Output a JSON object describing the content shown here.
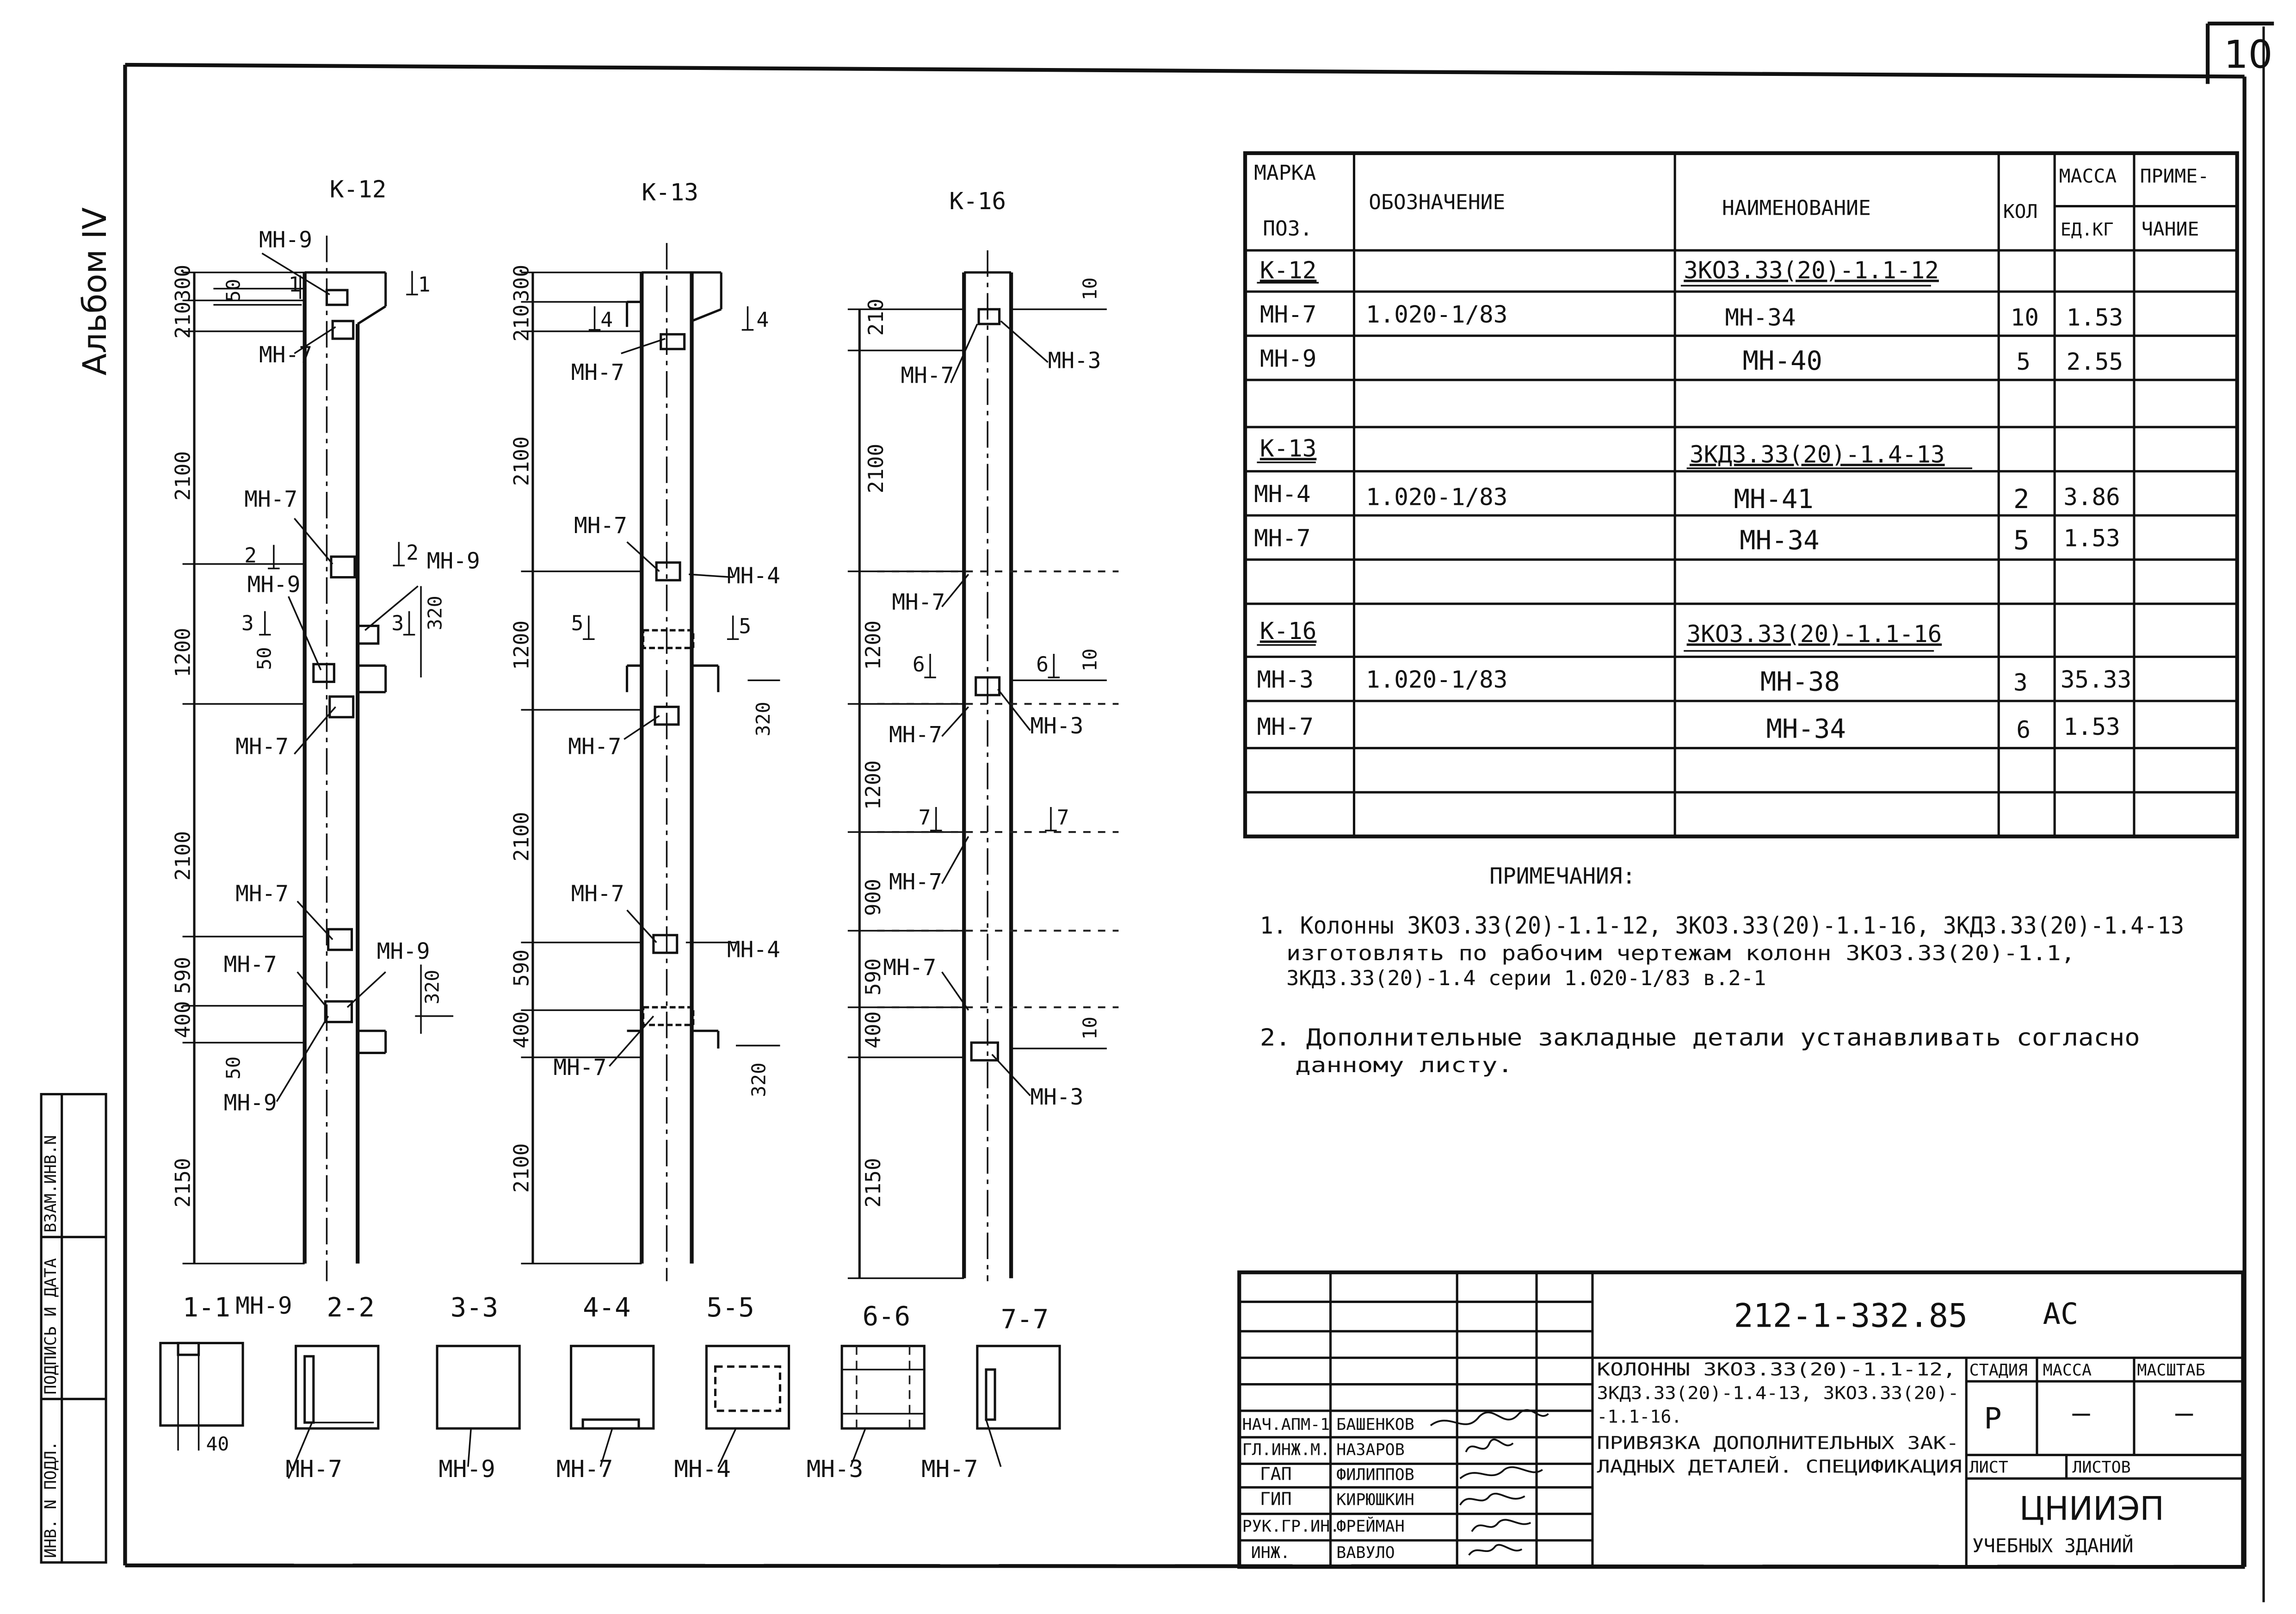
{
  "sheet_number": "10",
  "album": "Альбом IV",
  "columns": {
    "k12": {
      "title": "К-12",
      "dims": [
        "300",
        "210",
        "2100",
        "1200",
        "2100",
        "590",
        "400",
        "2150"
      ],
      "small_dims": [
        "50",
        "50",
        "320",
        "320",
        "50"
      ],
      "tags": [
        "МН-9",
        "МН-7",
        "МН-7",
        "МН-9",
        "МН-9",
        "МН-7",
        "МН-7",
        "МН-7",
        "МН-9",
        "МН-9"
      ],
      "cuts": [
        "1",
        "1",
        "2",
        "2",
        "3",
        "3"
      ]
    },
    "k13": {
      "title": "К-13",
      "dims": [
        "300",
        "210",
        "2100",
        "1200",
        "2100",
        "590",
        "400",
        "2100"
      ],
      "small_dims": [
        "320",
        "320"
      ],
      "tags": [
        "МН-7",
        "МН-7",
        "МН-4",
        "МН-7",
        "МН-7",
        "МН-4",
        "МН-7"
      ],
      "cuts": [
        "4",
        "4",
        "5",
        "5"
      ]
    },
    "k16": {
      "title": "К-16",
      "dims": [
        "210",
        "2100",
        "1200",
        "1200",
        "900",
        "590",
        "400",
        "2150"
      ],
      "small_dims": [
        "10",
        "10",
        "10"
      ],
      "tags": [
        "МН-7",
        "МН-3",
        "МН-7",
        "МН-7",
        "МН-3",
        "МН-7",
        "МН-7",
        "МН-3"
      ],
      "cuts": [
        "6",
        "6",
        "7",
        "7"
      ]
    }
  },
  "sections": [
    {
      "title": "1-1",
      "extra": "МН-9",
      "dim": "40",
      "tag": ""
    },
    {
      "title": "2-2",
      "tag": "МН-7"
    },
    {
      "title": "3-3",
      "tag": "МН-9"
    },
    {
      "title": "4-4",
      "tag": "МН-7"
    },
    {
      "title": "5-5",
      "tag": "МН-4"
    },
    {
      "title": "6-6",
      "tag": "МН-3"
    },
    {
      "title": "7-7",
      "tag": "МН-7"
    }
  ],
  "spec": {
    "headers": {
      "mark1": "МАРКА",
      "mark2": "ПОЗ.",
      "designation": "ОБОЗНАЧЕНИЕ",
      "name": "НАИМЕНОВАНИЕ",
      "qty": "КОЛ",
      "mass1": "МАССА",
      "mass2": "ЕД.КГ",
      "note1": "ПРИМЕ-",
      "note2": "ЧАНИЕ"
    },
    "rows": [
      {
        "mark": "К-12",
        "designation": "",
        "name": "3КО3.33(20)-1.1-12",
        "qty": "",
        "mass": ""
      },
      {
        "mark": "МН-7",
        "designation": "1.020-1/83",
        "name": "МН-34",
        "qty": "10",
        "mass": "1.53"
      },
      {
        "mark": "МН-9",
        "designation": "",
        "name": "МН-40",
        "qty": "5",
        "mass": "2.55"
      },
      {
        "mark": "",
        "designation": "",
        "name": "",
        "qty": "",
        "mass": ""
      },
      {
        "mark": "К-13",
        "designation": "",
        "name": "3КД3.33(20)-1.4-13",
        "qty": "",
        "mass": ""
      },
      {
        "mark": "МН-4",
        "designation": "1.020-1/83",
        "name": "МН-41",
        "qty": "2",
        "mass": "3.86"
      },
      {
        "mark": "МН-7",
        "designation": "",
        "name": "МН-34",
        "qty": "5",
        "mass": "1.53"
      },
      {
        "mark": "",
        "designation": "",
        "name": "",
        "qty": "",
        "mass": ""
      },
      {
        "mark": "К-16",
        "designation": "",
        "name": "3КО3.33(20)-1.1-16",
        "qty": "",
        "mass": ""
      },
      {
        "mark": "МН-3",
        "designation": "1.020-1/83",
        "name": "МН-38",
        "qty": "3",
        "mass": "35.33"
      },
      {
        "mark": "МН-7",
        "designation": "",
        "name": "МН-34",
        "qty": "6",
        "mass": "1.53"
      }
    ]
  },
  "notes": {
    "title": "ПРИМЕЧАНИЯ:",
    "n1_l1": "1. Колонны 3КО3.33(20)-1.1-12, 3КО3.33(20)-1.1-16, 3КД3.33(20)-1.4-13",
    "n1_l2": "изготовлять по рабочим чертежам колонн 3КО3.33(20)-1.1,",
    "n1_l3": "3КД3.33(20)-1.4 серии 1.020-1/83 в.2-1",
    "n2_l1": "2. Дополнительные закладные детали устанавливать согласно",
    "n2_l2": "данному листу."
  },
  "stamp": {
    "code": "212-1-332.85",
    "part": "АС",
    "desc1": "КОЛОННЫ 3КО3.33(20)-1.1-12,",
    "desc2": "3КД3.33(20)-1.4-13, 3КО3.33(20)-",
    "desc3": "-1.1-16.",
    "desc4": "ПРИВЯЗКА ДОПОЛНИТЕЛЬНЫХ ЗАК-",
    "desc5": "ЛАДНЫХ ДЕТАЛЕЙ. СПЕЦИФИКАЦИЯ",
    "stage_label": "СТАДИЯ",
    "mass_label": "МАССА",
    "scale_label": "МАСШТАБ",
    "stage": "Р",
    "mass": "—",
    "scale": "—",
    "sheet_label": "ЛИСТ",
    "sheets_label": "ЛИСТОВ",
    "org1": "ЦНИИЭП",
    "org2": "УЧЕБНЫХ ЗДАНИЙ",
    "people": [
      {
        "role": "НАЧ.АПМ-1",
        "name": "БАШЕНКОВ"
      },
      {
        "role": "ГЛ.ИНЖ.М.",
        "name": "НАЗАРОВ"
      },
      {
        "role": "ГАП",
        "name": "ФИЛИППОВ"
      },
      {
        "role": "ГИП",
        "name": "КИРЮШКИН"
      },
      {
        "role": "РУК.ГР.ИН.",
        "name": "ФРЕЙМАН"
      },
      {
        "role": "ИНЖ.",
        "name": "ВАВУЛО"
      }
    ]
  },
  "side_stamp": [
    "ИНВ. N ПОДЛ.",
    "ПОДПИСЬ И ДАТА",
    "ВЗАМ.ИНВ.N"
  ]
}
